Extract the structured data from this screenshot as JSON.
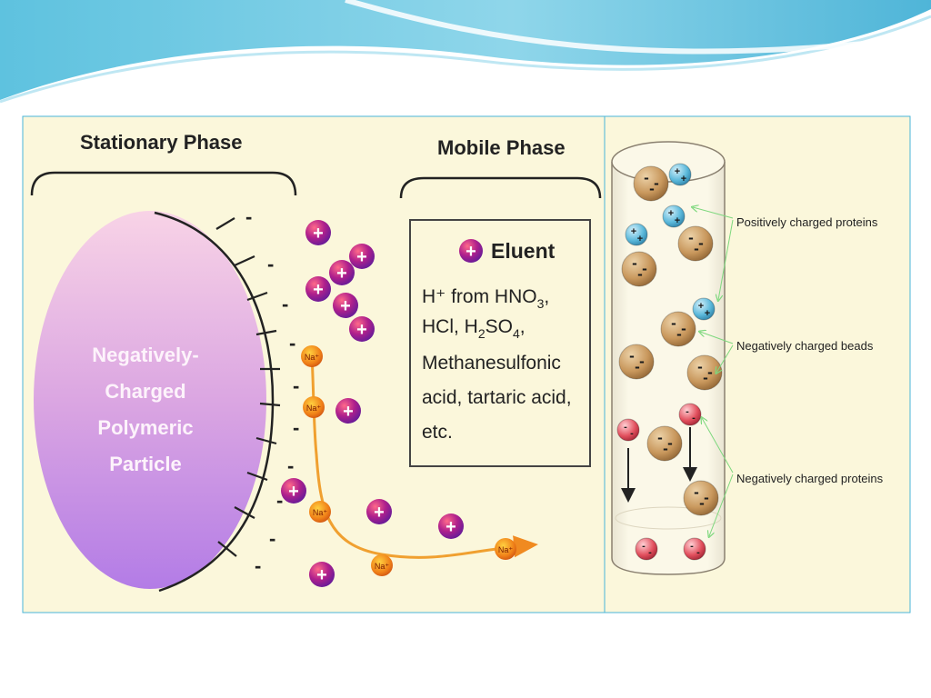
{
  "left_panel": {
    "stationary_phase_label": "Stationary Phase",
    "mobile_phase_label": "Mobile Phase",
    "particle_label": [
      "Negatively-",
      "Charged",
      "Polymeric",
      "Particle"
    ],
    "minus_sign": "-",
    "plus_sign": "+",
    "sodium_symbol": "Na⁺",
    "eluent_box": {
      "title": "Eluent",
      "line1_a": "H⁺ from HNO",
      "line1_sub": "3",
      "line1_c": ",",
      "line2_a": "HCl, H",
      "line2_sub1": "2",
      "line2_b": "SO",
      "line2_sub2": "4",
      "line2_c": ",",
      "line3": "Methanesulfonic",
      "line4": "acid, tartaric acid,",
      "line5": "etc."
    }
  },
  "right_panel": {
    "labels": {
      "positive_proteins": "Positively charged proteins",
      "negative_beads": "Negatively charged beads",
      "negative_proteins": "Negatively charged proteins"
    }
  },
  "colors": {
    "panel_bg": "#fbf7db",
    "panel_border": "#4ab6d8",
    "header_wave": "#5fc3e0",
    "particle_top": "#f6cbe3",
    "particle_bottom": "#b77ee5",
    "plus_ion": "#8a1a9a",
    "sodium_ion": "#e86a10",
    "bead": "#c0925a",
    "positive_protein": "#58b6d8",
    "negative_protein": "#e0505c",
    "label_green": "#7ed87e"
  }
}
